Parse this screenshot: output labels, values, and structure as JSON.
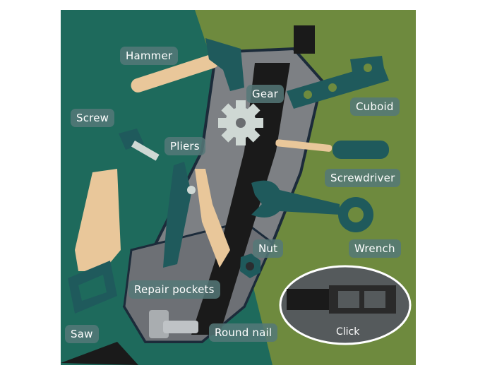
{
  "labels": {
    "hammer": "Hammer",
    "gear": "Gear",
    "cuboid": "Cuboid",
    "screw": "Screw",
    "pliers": "Pliers",
    "screwdriver": "Screwdriver",
    "nut": "Nut",
    "wrench": "Wrench",
    "repair_pockets": "Repair pockets",
    "saw": "Saw",
    "round_nail": "Round nail",
    "click": "Click"
  },
  "colors": {
    "left_background": "#1e6a5c",
    "right_background": "#6e8a3e",
    "tool_teal": "#1f5a5c",
    "wood": "#e9c79a",
    "belt_gray": "#7a7c80",
    "strap_black": "#1a1a1a",
    "label_bg": "#5a7e7e"
  }
}
